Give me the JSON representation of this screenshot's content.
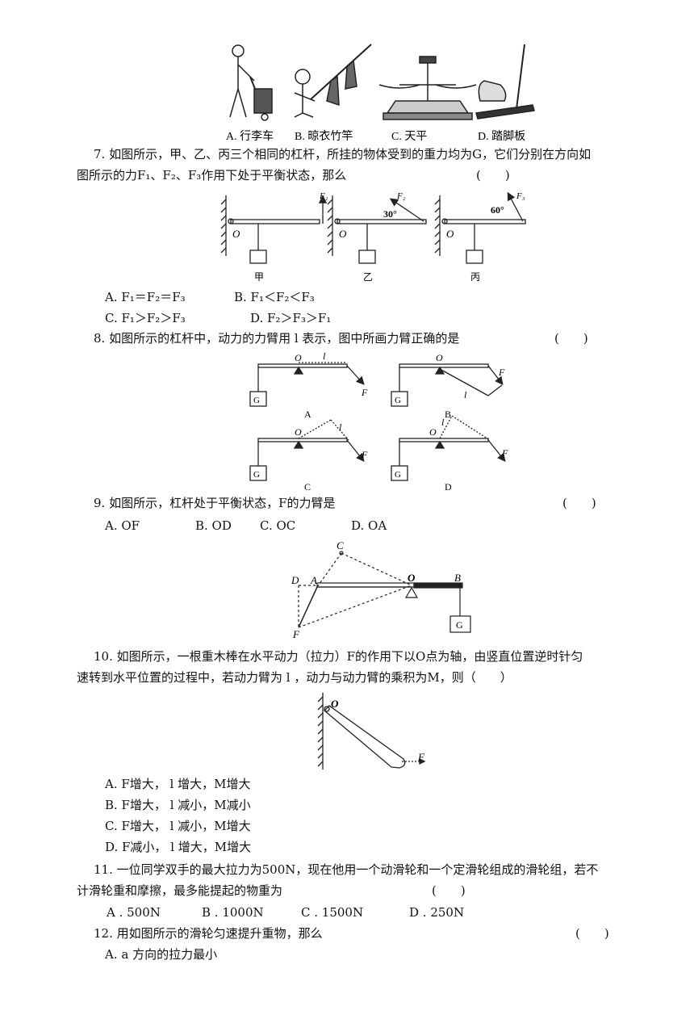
{
  "fig6": {
    "captions": [
      "A. 行李车",
      "B. 晾衣竹竿",
      "C. 天平",
      "D. 踏脚板"
    ]
  },
  "q7": {
    "line1": "7. 如图所示，甲、乙、丙三个相同的杠杆，所挂的物体受到的重力均为G，它们分别在方向如",
    "line2": "图所示的力F₁、F₂、F₃作用下处于平衡状态，那么",
    "paren": "(　　)",
    "fig": {
      "pivot": "O",
      "forces": [
        "F₁",
        "F₂",
        "F₃"
      ],
      "angles": [
        "30°",
        "60°"
      ],
      "labels": [
        "甲",
        "乙",
        "丙"
      ]
    },
    "optA": "A. F₁＝F₂＝F₃",
    "optB": "B.  F₁＜F₂＜F₃",
    "optC": "C.  F₁＞F₂＞F₃",
    "optD": "D.  F₂＞F₃＞F₁"
  },
  "q8": {
    "line": "8. 如图所示的杠杆中，动力的力臂用 l 表示，图中所画力臂正确的是",
    "paren": "(　　)",
    "fig": {
      "pivot": "O",
      "arm": "l",
      "force": "F",
      "weight": "G",
      "labels": [
        "A",
        "B",
        "C",
        "D"
      ]
    }
  },
  "q9": {
    "line": "9. 如图所示，杠杆处于平衡状态，F的力臂是",
    "paren": "(　　)",
    "optA": "A. OF",
    "optB": "B. OD",
    "optC": "C. OC",
    "optD": "D. OA",
    "fig": {
      "points": [
        "C",
        "D",
        "A",
        "O",
        "B",
        "F"
      ],
      "weight": "G"
    }
  },
  "q10": {
    "line1": "10. 如图所示，一根重木棒在水平动力（拉力）F的作用下以O点为轴，由竖直位置逆时针匀",
    "line2": "速转到水平位置的过程中，若动力臂为 l ，动力与动力臂的乘积为M，则（　　）",
    "fig": {
      "pivot": "O",
      "force": "F"
    },
    "optA": "A.  F增大， l 增大，M增大",
    "optB": "B.  F增大， l 减小，M减小",
    "optC": "C.  F增大， l 减小，M增大",
    "optD": "D.  F减小， l 增大，M增大"
  },
  "q11": {
    "line1": "11. 一位同学双手的最大拉力为500N，现在他用一个动滑轮和一个定滑轮组成的滑轮组，若不",
    "line2": "计滑轮重和摩擦，最多能提起的物重为",
    "paren": "(　　)",
    "optA": "A . 500N",
    "optB": "B . 1000N",
    "optC": "C . 1500N",
    "optD": "D . 250N"
  },
  "q12": {
    "line": "12. 用如图所示的滑轮匀速提升重物，那么",
    "paren": "(　　)",
    "optA": "A.  a 方向的拉力最小"
  }
}
